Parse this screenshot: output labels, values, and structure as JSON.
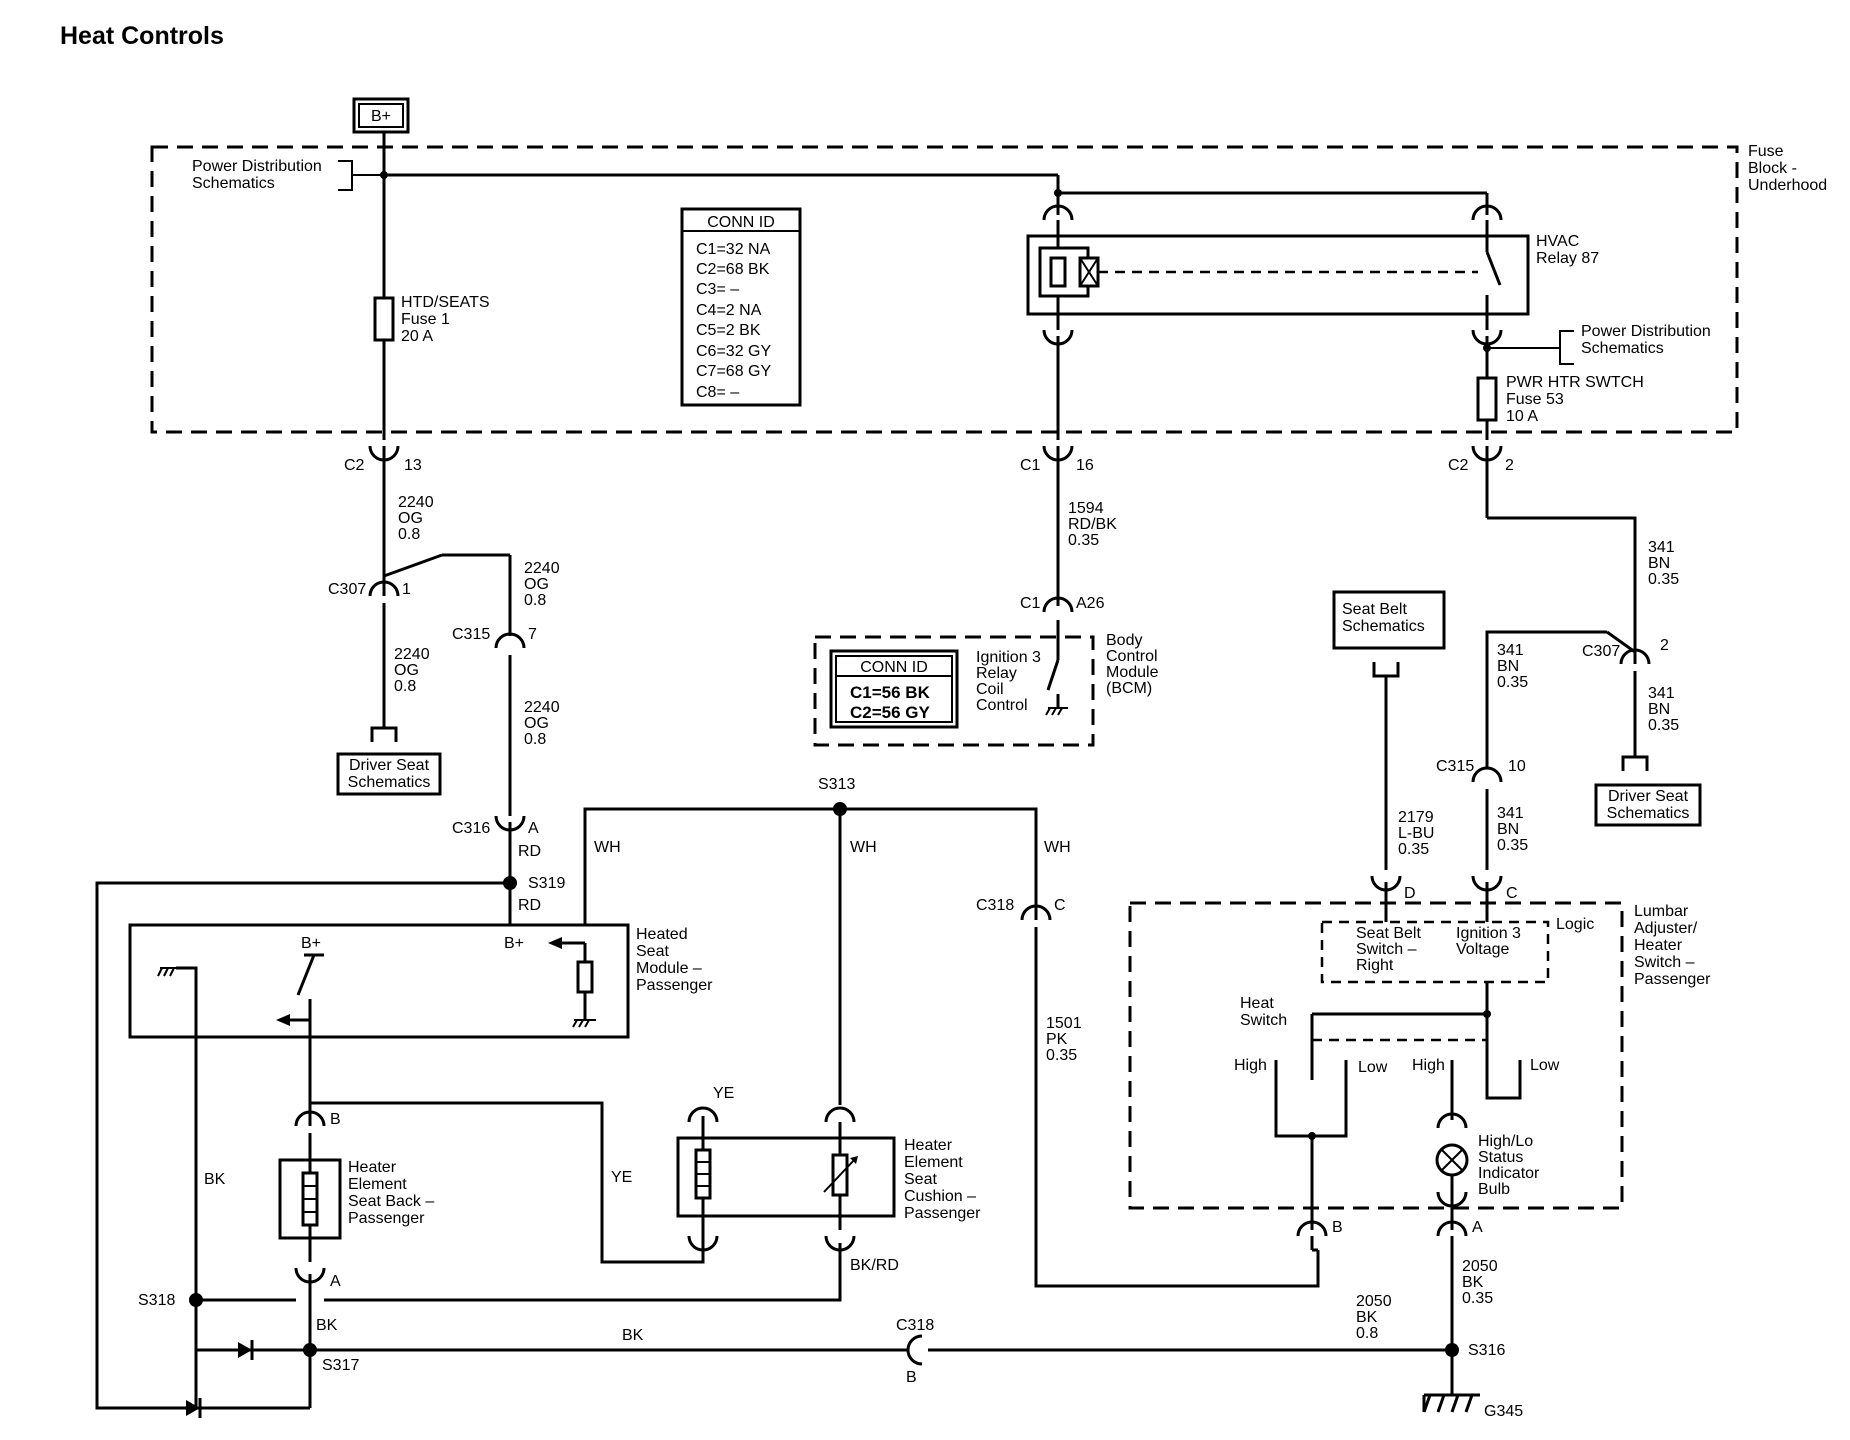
{
  "title": "Heat Controls",
  "power": {
    "bplus": "B+"
  },
  "fuse_block": {
    "label_lines": [
      "Fuse",
      "Block -",
      "Underhood"
    ],
    "pds_left": [
      "Power Distribution",
      "Schematics"
    ],
    "pds_right": [
      "Power Distribution",
      "Schematics"
    ],
    "fuse1": [
      "HTD/SEATS",
      "Fuse 1",
      "20 A"
    ],
    "fuse53": [
      "PWR HTR SWTCH",
      "Fuse 53",
      "10 A"
    ],
    "relay": [
      "HVAC",
      "Relay 87"
    ],
    "conn_id_title": "CONN ID",
    "conn_id": [
      "C1=32 NA",
      "C2=68 BK",
      "C3= –",
      "C4=2 NA",
      "C5=2 BK",
      "C6=32 GY",
      "C7=68 GY",
      "C8= –"
    ]
  },
  "bcm": {
    "conn_id_title": "CONN ID",
    "conn_id": [
      "C1=56 BK",
      "C2=56 GY"
    ],
    "circuit_lines": [
      "Ignition 3",
      "Relay",
      "Coil",
      "Control"
    ],
    "module_lines": [
      "Body",
      "Control",
      "Module",
      "(BCM)"
    ]
  },
  "connectors": {
    "c2": "C2",
    "c2_pin": "13",
    "c1": "C1",
    "c1_pin": "16",
    "c2b": "C2",
    "c2b_pin": "2",
    "c307": "C307",
    "c307_pin": "1",
    "c315": "C315",
    "c315_pin": "7",
    "c1b": "C1",
    "c1b_pin": "A26",
    "c316": "C316",
    "c316_pin": "A",
    "c318c": "C318",
    "c318c_pin": "C",
    "c307b": "C307",
    "c307b_pin": "2",
    "c315b": "C315",
    "c315b_pin": "10",
    "c318b": "C318",
    "c318b_pin": "B",
    "pin_d": "D",
    "pin_c": "C",
    "pin_b": "B",
    "pin_a": "A",
    "he_b": "B",
    "he_a": "A"
  },
  "wires": {
    "w2240a": [
      "2240",
      "OG",
      "0.8"
    ],
    "w2240b": [
      "2240",
      "OG",
      "0.8"
    ],
    "w2240c": [
      "2240",
      "OG",
      "0.8"
    ],
    "w2240d": [
      "2240",
      "OG",
      "0.8"
    ],
    "w1594": [
      "1594",
      "RD/BK",
      "0.35"
    ],
    "w341a": [
      "341",
      "BN",
      "0.35"
    ],
    "w341b": [
      "341",
      "BN",
      "0.35"
    ],
    "w341c": [
      "341",
      "BN",
      "0.35"
    ],
    "w341d": [
      "341",
      "BN",
      "0.35"
    ],
    "w2179": [
      "2179",
      "L-BU",
      "0.35"
    ],
    "w1501": [
      "1501",
      "PK",
      "0.35"
    ],
    "w2050a": [
      "2050",
      "BK",
      "0.35"
    ],
    "w2050b": [
      "2050",
      "BK",
      "0.8"
    ],
    "rd1": "RD",
    "rd2": "RD",
    "wh1": "WH",
    "wh2": "WH",
    "wh3": "WH",
    "ye1": "YE",
    "ye2": "YE",
    "bk1": "BK",
    "bk2": "BK",
    "bk3": "BK",
    "bkrd": "BK/RD"
  },
  "splices": {
    "s313": "S313",
    "s319": "S319",
    "s318": "S318",
    "s317": "S317",
    "s316": "S316",
    "g345": "G345"
  },
  "refs": {
    "driver_seat_left": [
      "Driver Seat",
      "Schematics"
    ],
    "driver_seat_right": [
      "Driver Seat",
      "Schematics"
    ],
    "seat_belt": [
      "Seat Belt",
      "Schematics"
    ]
  },
  "heated_module": {
    "lines": [
      "Heated",
      "Seat",
      "Module –",
      "Passenger"
    ],
    "bplus1": "B+",
    "bplus2": "B+"
  },
  "heater_back": [
    "Heater",
    "Element",
    "Seat Back –",
    "Passenger"
  ],
  "heater_cushion": [
    "Heater",
    "Element",
    "Seat",
    "Cushion –",
    "Passenger"
  ],
  "lumbar": {
    "lines": [
      "Lumbar",
      "Adjuster/",
      "Heater",
      "Switch –",
      "Passenger"
    ],
    "logic": "Logic",
    "seat_belt_switch": [
      "Seat Belt",
      "Switch –",
      "Right"
    ],
    "ign3": [
      "Ignition 3",
      "Voltage"
    ],
    "heat_switch": [
      "Heat",
      "Switch"
    ],
    "high1": "High",
    "low1": "Low",
    "high2": "High",
    "low2": "Low",
    "bulb": [
      "High/Lo",
      "Status",
      "Indicator",
      "Bulb"
    ]
  }
}
